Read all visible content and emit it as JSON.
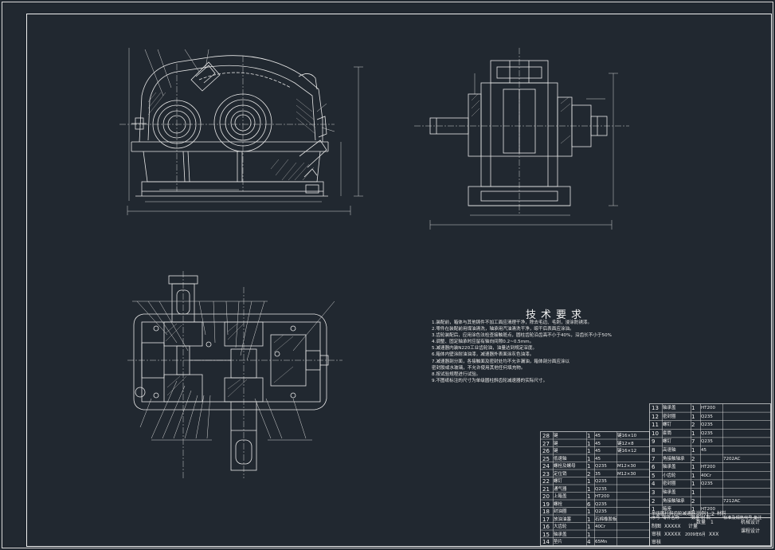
{
  "technical_requirements": {
    "title": "技术要求",
    "items": [
      "1.装配前，箱体与其他铸件不加工面应清理干净，除去毛边、毛刺，浸涂防锈漆。",
      "2.零件在装配前用煤油清洗，轴承用汽油清洗干净，晾干后表面应涂油。",
      "3.齿轮装配后，应用涂色法检查接触斑点，圆柱齿轮沿齿高不小于40%，沿齿长不小于50%",
      "4.调整、固定轴承时应留有轴向间隙0.2~0.5mm。",
      "5.减速器内装N220工业齿轮油，油量达到规定深度。",
      "6.箱体内壁涂耐油油漆，减速器外表面涂灰色油漆。",
      "7.减速器剖分面，各接触面及密封处均不允许漏油，箱体剖分面应涂以",
      "  密封胶或水玻璃，不允许使用其他任何填充物。",
      "8.按试验规程进行试验。",
      "9.不图纸标注的尺寸为单级圆柱斜齿轮减速器的实际尺寸。"
    ]
  },
  "bom_right": [
    {
      "no": "13",
      "name": "轴承盖",
      "qty": "1",
      "mat": "HT200",
      "note": ""
    },
    {
      "no": "12",
      "name": "密封圈",
      "qty": "1",
      "mat": "Q235",
      "note": ""
    },
    {
      "no": "11",
      "name": "螺钉",
      "qty": "2",
      "mat": "Q235",
      "note": ""
    },
    {
      "no": "10",
      "name": "套筒",
      "qty": "1",
      "mat": "Q235",
      "note": ""
    },
    {
      "no": "9",
      "name": "螺钉",
      "qty": "7",
      "mat": "Q235",
      "note": ""
    },
    {
      "no": "8",
      "name": "高速轴",
      "qty": "1",
      "mat": "45",
      "note": ""
    },
    {
      "no": "7",
      "name": "角接触轴承",
      "qty": "2",
      "mat": "",
      "note": "7202AC"
    },
    {
      "no": "6",
      "name": "轴承盖",
      "qty": "1",
      "mat": "HT200",
      "note": ""
    },
    {
      "no": "5",
      "name": "小齿轮",
      "qty": "1",
      "mat": "40Cr",
      "note": ""
    },
    {
      "no": "4",
      "name": "密封圈",
      "qty": "1",
      "mat": "Q235",
      "note": ""
    },
    {
      "no": "3",
      "name": "轴承盖",
      "qty": "1",
      "mat": "",
      "note": ""
    },
    {
      "no": "2",
      "name": "角接触轴承",
      "qty": "2",
      "mat": "",
      "note": "7212AC"
    },
    {
      "no": "1",
      "name": "箱座",
      "qty": "1",
      "mat": "HT200",
      "note": ""
    }
  ],
  "bom_right_header": {
    "no": "序号",
    "name": "零件名称",
    "qty": "数量",
    "mat": "材 料",
    "note": "标准及规格代号 备注"
  },
  "bom_left": [
    {
      "no": "28",
      "name": "键",
      "qty": "1",
      "mat": "45",
      "note": "键16×10"
    },
    {
      "no": "27",
      "name": "键",
      "qty": "1",
      "mat": "45",
      "note": "键12×8"
    },
    {
      "no": "26",
      "name": "键",
      "qty": "1",
      "mat": "45",
      "note": "键16×12"
    },
    {
      "no": "25",
      "name": "低速轴",
      "qty": "1",
      "mat": "45",
      "note": ""
    },
    {
      "no": "24",
      "name": "螺栓及螺母",
      "qty": "1",
      "mat": "Q235",
      "note": "M12×30"
    },
    {
      "no": "23",
      "name": "定位销",
      "qty": "2",
      "mat": "35",
      "note": "M12×30"
    },
    {
      "no": "22",
      "name": "螺钉",
      "qty": "1",
      "mat": "Q235",
      "note": ""
    },
    {
      "no": "21",
      "name": "通气器",
      "qty": "1",
      "mat": "Q235",
      "note": ""
    },
    {
      "no": "20",
      "name": "上箱盖",
      "qty": "1",
      "mat": "HT200",
      "note": ""
    },
    {
      "no": "19",
      "name": "螺栓",
      "qty": "6",
      "mat": "Q235",
      "note": ""
    },
    {
      "no": "18",
      "name": "封油圈",
      "qty": "1",
      "mat": "Q235",
      "note": ""
    },
    {
      "no": "17",
      "name": "放油油塞",
      "qty": "1",
      "mat": "石棉橡胶板",
      "note": ""
    },
    {
      "no": "16",
      "name": "大齿轮",
      "qty": "1",
      "mat": "40Cr",
      "note": ""
    },
    {
      "no": "15",
      "name": "轴承盖",
      "qty": "1",
      "mat": "",
      "note": ""
    },
    {
      "no": "14",
      "name": "垫片",
      "qty": "4",
      "mat": "65Mn",
      "note": ""
    }
  ],
  "title_block": {
    "drawing_name": "单级圆柱斜齿轮减速器",
    "scale_label": "比例",
    "scale": "1:2",
    "material_label": "材料",
    "qty_label": "数量",
    "qty": "1",
    "course": "机械设计",
    "course2": "课程设计",
    "drawn_label": "制图",
    "drawn": "XXXXX",
    "checked_label": "审核",
    "checked": "XXXXX",
    "date": "2009年6月",
    "sheet_label": "计量",
    "review_label": "审核",
    "group": "XXX"
  }
}
